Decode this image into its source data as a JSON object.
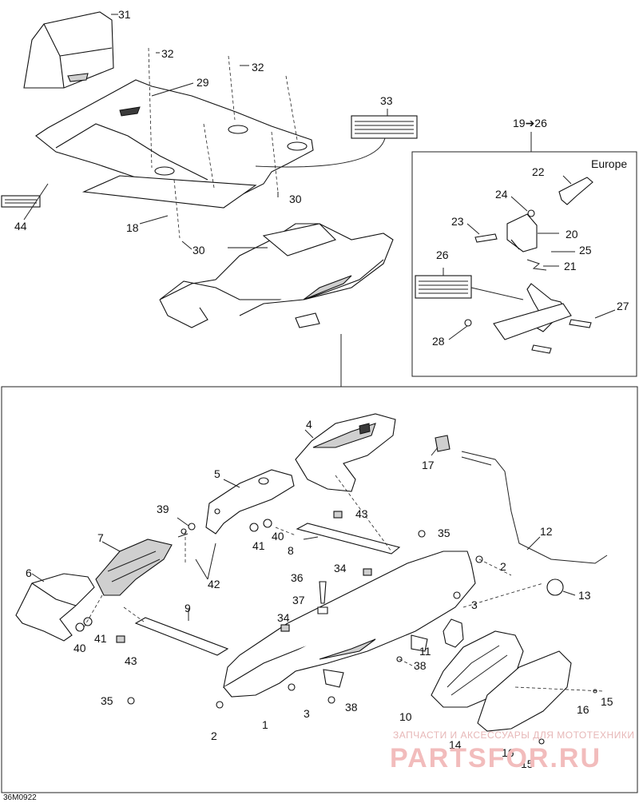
{
  "diagram": {
    "code": "36M0922",
    "europe_label": "Europe",
    "range_label": "19➔26",
    "labels": {
      "l1": "1",
      "l2a": "2",
      "l2b": "2",
      "l3a": "3",
      "l3b": "3",
      "l4": "4",
      "l5": "5",
      "l6": "6",
      "l7": "7",
      "l8": "8",
      "l9": "9",
      "l10": "10",
      "l11": "11",
      "l12": "12",
      "l13": "13",
      "l14": "14",
      "l15a": "15",
      "l15b": "15",
      "l16a": "16",
      "l16b": "16",
      "l17": "17",
      "l18": "18",
      "l20": "20",
      "l21": "21",
      "l22": "22",
      "l23": "23",
      "l24": "24",
      "l25": "25",
      "l26": "26",
      "l27": "27",
      "l28": "28",
      "l29": "29",
      "l30a": "30",
      "l30b": "30",
      "l31": "31",
      "l32a": "32",
      "l32b": "32",
      "l33": "33",
      "l34a": "34",
      "l34b": "34",
      "l35a": "35",
      "l35b": "35",
      "l36": "36",
      "l37": "37",
      "l38a": "38",
      "l38b": "38",
      "l39": "39",
      "l40a": "40",
      "l40b": "40",
      "l41a": "41",
      "l41b": "41",
      "l42": "42",
      "l43a": "43",
      "l43b": "43",
      "l44": "44"
    }
  },
  "watermark": {
    "small": "ЗАПЧАСТИ И АКСЕССУАРЫ ДЛЯ МОТОТЕХНИКИ",
    "big": "PARTSFOR.RU"
  }
}
